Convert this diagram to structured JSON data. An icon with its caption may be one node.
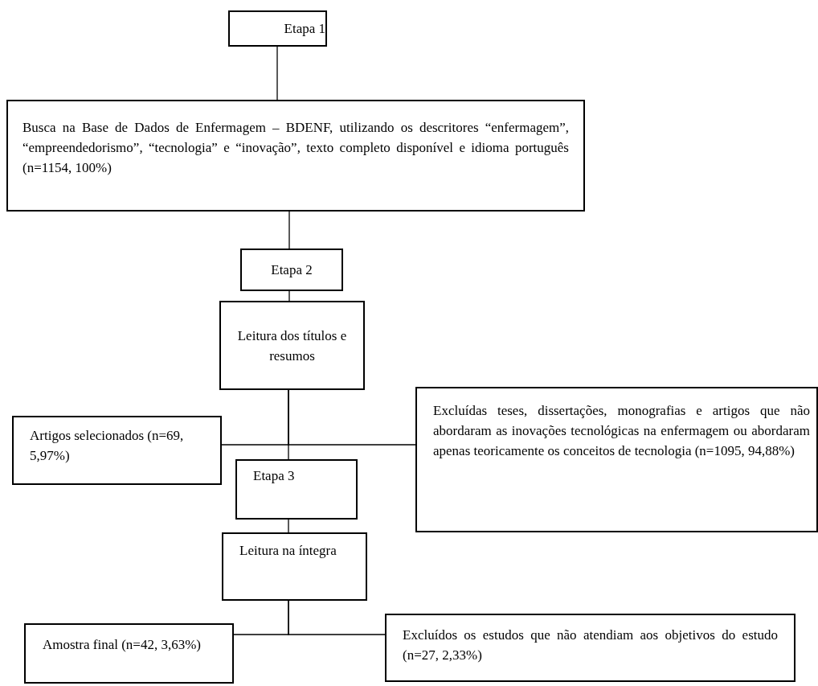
{
  "diagram": {
    "nodes": [
      {
        "text": [
          "Etapa 1"
        ]
      },
      {
        "text": [
          "Busca na Base de Dados de Enfermagem – BDENF, utilizando os descritores “enfermagem”, “empreendedorismo”, “tecnologia” e “inovação”, texto completo disponível e idioma português (n=1154, 100%)"
        ]
      },
      {
        "text": [
          "Etapa 2"
        ]
      },
      {
        "text": [
          "Leitura dos títulos e resumos"
        ]
      },
      {
        "text": [
          "Artigos selecionados (n=69, 5,97%)"
        ]
      },
      {
        "text": [
          "Excluídas teses, dissertações, monografias e artigos que não abordaram as inovações tecnológicas na enfermagem ou abordaram apenas teoricamente os conceitos de tecnologia (n=1095, 94,88%)"
        ]
      },
      {
        "text": [
          "Etapa 3"
        ]
      },
      {
        "text": [
          "Leitura na íntegra"
        ]
      },
      {
        "text": [
          "Amostra final (n=42, 3,63%)"
        ]
      },
      {
        "text": [
          "Excluídos os estudos que não atendiam aos objetivos do estudo (n=27, 2,33%)"
        ]
      }
    ],
    "edges": [
      {
        "from": 0,
        "to": 1,
        "arrow": "none"
      },
      {
        "from": 1,
        "to": 2,
        "arrow": "none"
      },
      {
        "from": 2,
        "to": 3,
        "arrow": "none"
      },
      {
        "from": 3,
        "to": 6,
        "arrow": "none"
      },
      {
        "from": 3,
        "to": 4,
        "arrow": "none"
      },
      {
        "from": 3,
        "to": 5,
        "arrow": "none"
      },
      {
        "from": 6,
        "to": 7,
        "arrow": "none"
      },
      {
        "from": 7,
        "to": 8,
        "arrow": "none"
      },
      {
        "from": 7,
        "to": 9,
        "arrow": "none"
      }
    ]
  }
}
